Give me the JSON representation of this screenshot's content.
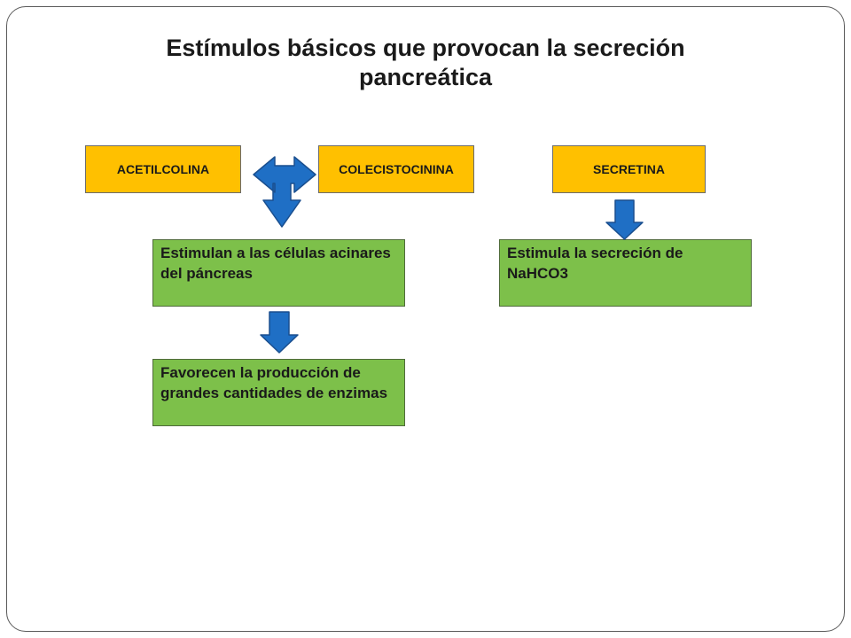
{
  "title": {
    "line1": "Estímulos básicos que provocan la secreción",
    "line2": "pancreática"
  },
  "hormones": {
    "acetilcolina": "ACETILCOLINA",
    "colecistocinina": "COLECISTOCININA",
    "secretina": "SECRETINA"
  },
  "effects": {
    "acinares": "Estimulan a las células acinares del páncreas",
    "enzimas": "Favorecen la producción de grandes cantidades de enzimas",
    "nahco3": "Estimula la secreción de NaHCO3"
  },
  "colors": {
    "hormone_fill": "#FFC000",
    "effect_fill": "#7DC04A",
    "arrow_fill": "#1F6FC5",
    "arrow_stroke": "#1A4F8F"
  },
  "icons": {
    "split_arrow": "t-shaped-double-arrow-icon",
    "down_arrow": "arrow-down-icon"
  }
}
